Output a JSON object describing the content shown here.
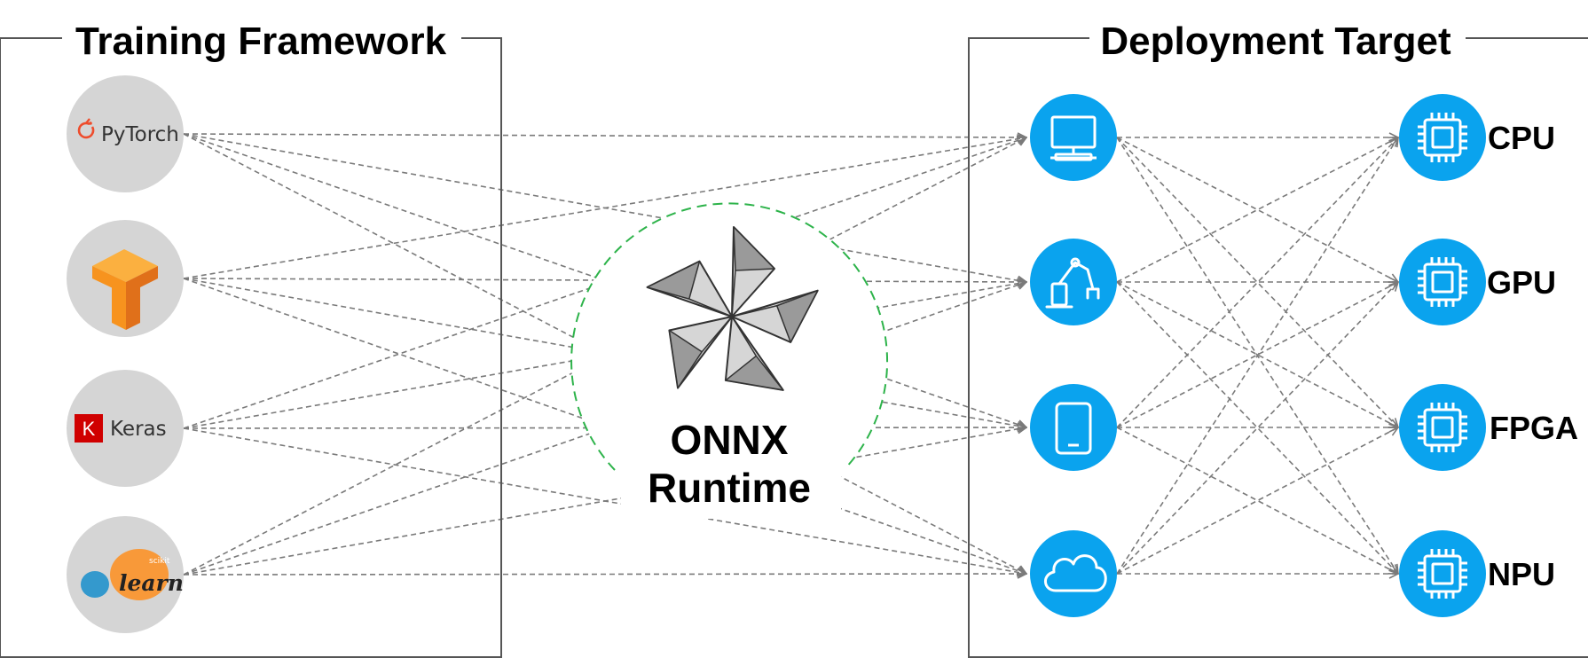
{
  "training_framework": {
    "title": "Training Framework",
    "items": [
      {
        "id": "pytorch",
        "label": "PyTorch",
        "icon": "pytorch-logo-icon",
        "brand_color": "#ee4c2c"
      },
      {
        "id": "tensorflow",
        "label": "",
        "icon": "tensorflow-logo-icon",
        "brand_color": "#f7931e"
      },
      {
        "id": "keras",
        "label": "Keras",
        "badge": "K",
        "icon": "keras-logo-icon",
        "brand_color": "#d00000"
      },
      {
        "id": "sklearn",
        "label": "learn",
        "sublabel": "scikit",
        "icon": "sklearn-logo-icon",
        "brand_color": "#f89939"
      }
    ]
  },
  "runtime": {
    "line1": "ONNX",
    "line2": "Runtime",
    "icon": "onnx-logo-icon",
    "ring_color": "#2db34a"
  },
  "deployment_target": {
    "title": "Deployment Target",
    "devices": [
      {
        "id": "desktop",
        "icon": "desktop-icon"
      },
      {
        "id": "robot",
        "icon": "robot-arm-icon"
      },
      {
        "id": "mobile",
        "icon": "mobile-phone-icon"
      },
      {
        "id": "cloud",
        "icon": "cloud-icon"
      }
    ],
    "hardware": [
      {
        "id": "cpu",
        "label": "CPU",
        "icon": "chip-icon"
      },
      {
        "id": "gpu",
        "label": "GPU",
        "icon": "chip-icon"
      },
      {
        "id": "fpga",
        "label": "FPGA",
        "icon": "chip-icon"
      },
      {
        "id": "npu",
        "label": "NPU",
        "icon": "chip-icon"
      }
    ]
  },
  "colors": {
    "device_fill": "#0aa3ee",
    "framework_fill": "#d5d5d5",
    "connector": "#7a7a7a"
  }
}
